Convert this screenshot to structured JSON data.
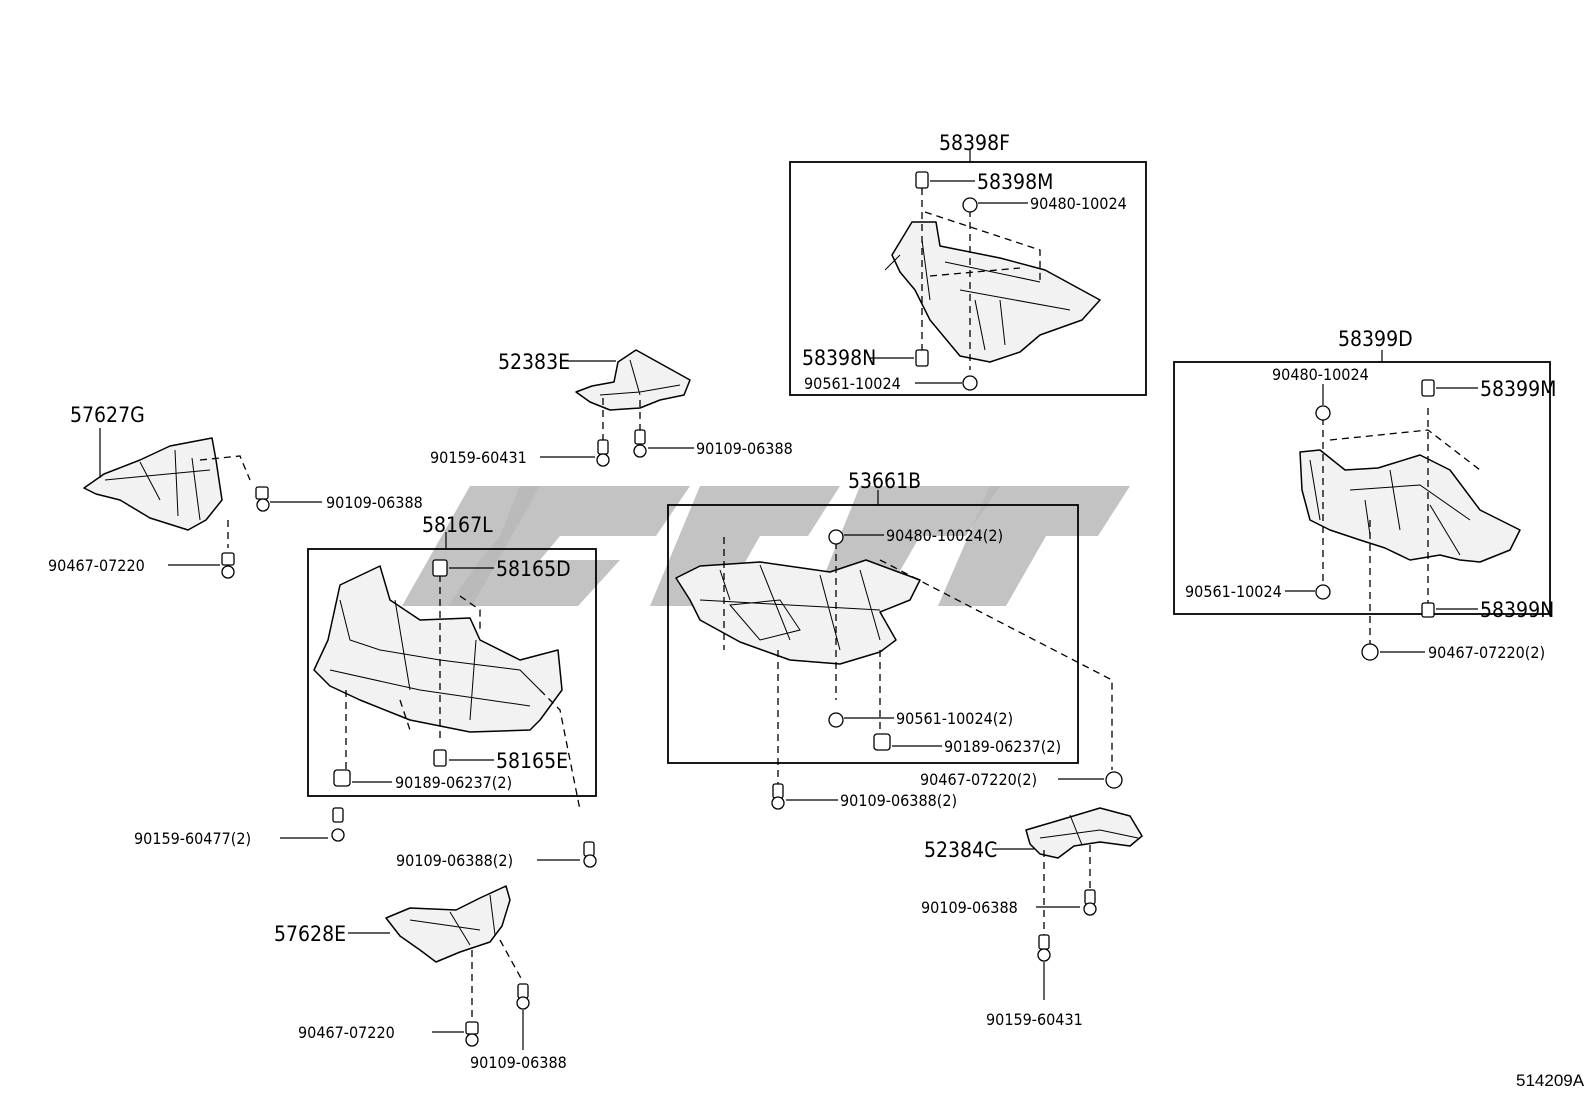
{
  "reference_code": "514209A",
  "parts": {
    "p58398F": "58398F",
    "p58398M": "58398M",
    "p90480_10024_a": "90480-10024",
    "p58398N": "58398N",
    "p90561_10024_a": "90561-10024",
    "p58399D": "58399D",
    "p90480_10024_b": "90480-10024",
    "p58399M": "58399M",
    "p90561_10024_b": "90561-10024",
    "p58399N": "58399N",
    "p90467_07220_2_a": "90467-07220(2)",
    "p52383E": "52383E",
    "p90159_60431_a": "90159-60431",
    "p90109_06388_a": "90109-06388",
    "p57627G": "57627G",
    "p90109_06388_b": "90109-06388",
    "p90467_07220_a": "90467-07220",
    "p58167L": "58167L",
    "p58165D": "58165D",
    "p58165E": "58165E",
    "p90189_06237_2_a": "90189-06237(2)",
    "p90159_60477_2": "90159-60477(2)",
    "p90109_06388_2_a": "90109-06388(2)",
    "p53661B": "53661B",
    "p90480_10024_2": "90480-10024(2)",
    "p90561_10024_2": "90561-10024(2)",
    "p90189_06237_2_b": "90189-06237(2)",
    "p90467_07220_2_b": "90467-07220(2)",
    "p90109_06388_2_b": "90109-06388(2)",
    "p52384C": "52384C",
    "p90109_06388_c": "90109-06388",
    "p90159_60431_b": "90159-60431",
    "p57628E": "57628E",
    "p90467_07220_b": "90467-07220",
    "p90109_06388_d": "90109-06388"
  }
}
